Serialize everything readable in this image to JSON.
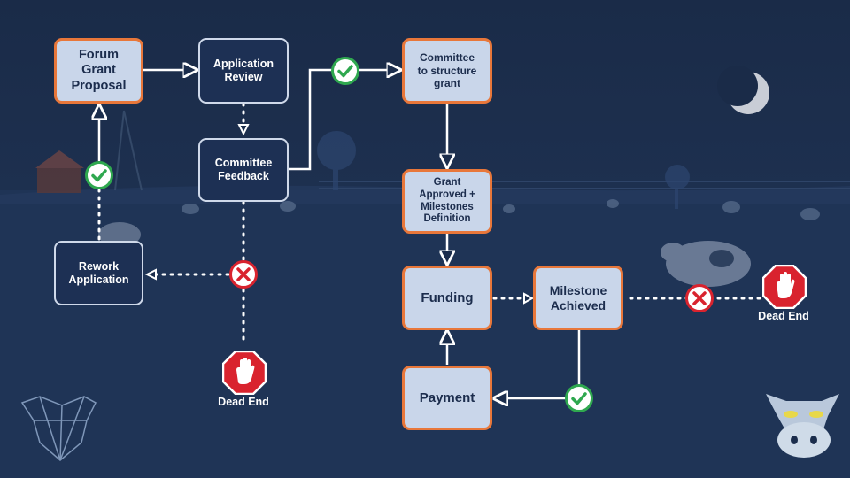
{
  "nodes": {
    "forum_grant_proposal": "Forum\nGrant\nProposal",
    "application_review": "Application\nReview",
    "committee_feedback": "Committee\nFeedback",
    "rework_application": "Rework\nApplication",
    "committee_structure_grant": "Committee\nto structure\ngrant",
    "grant_approved": "Grant\nApproved +\nMilestones\nDefinition",
    "funding": "Funding",
    "milestone_achieved": "Milestone\nAchieved",
    "payment": "Payment"
  },
  "dead_ends": [
    "Dead End",
    "Dead End"
  ],
  "colors": {
    "background": "#1b2d4c",
    "orange_border": "#e8773a",
    "light_fill": "#c9d6ea",
    "check_green": "#2fa84f",
    "reject_red": "#d9232e"
  },
  "icons": [
    "check-icon",
    "cross-icon",
    "stop-hand-icon",
    "moon-icon",
    "bull-logo-icon",
    "cow-head-icon"
  ]
}
